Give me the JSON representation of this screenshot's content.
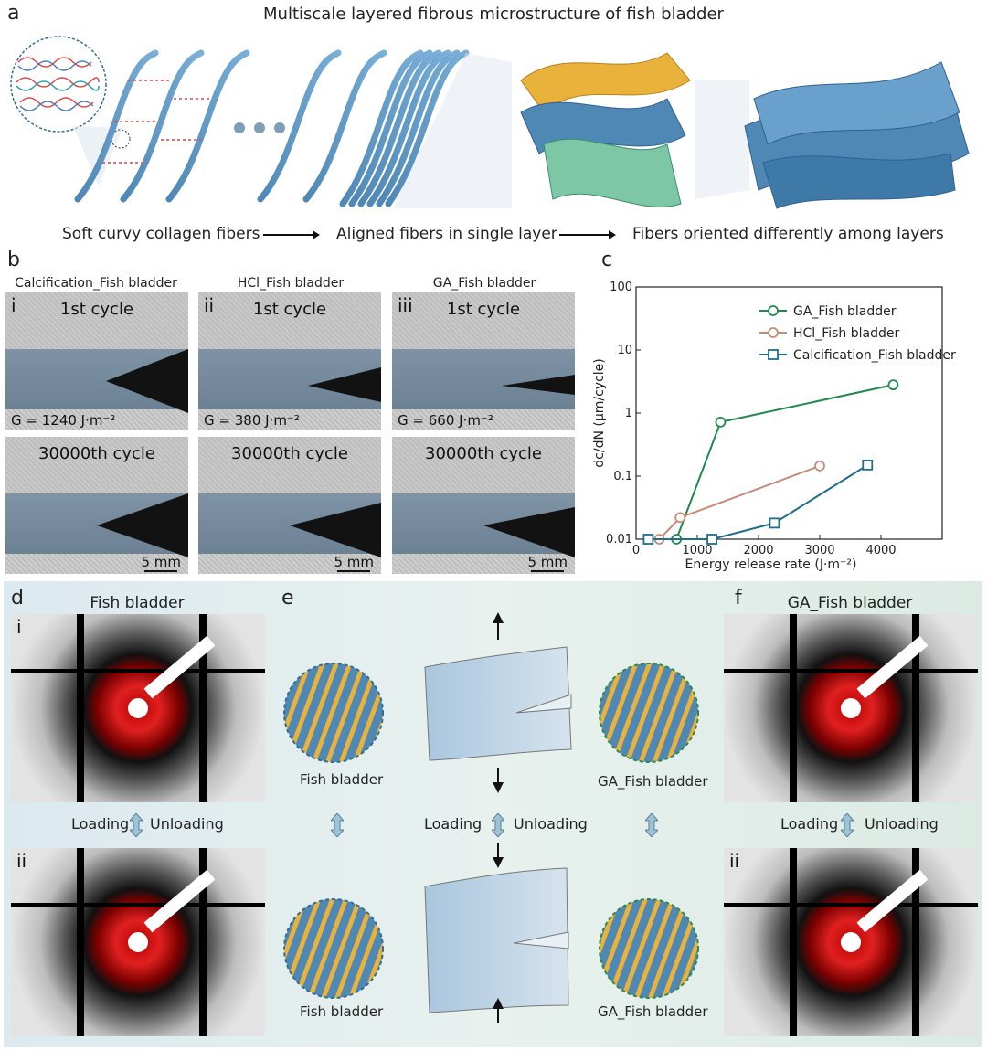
{
  "panel_a": {
    "letter": "a",
    "title": "Multiscale layered fibrous microstructure of fish bladder",
    "steps": [
      "Soft curvy collagen fibers",
      "Aligned fibers in single layer",
      "Fibers oriented differently among layers"
    ]
  },
  "panel_b": {
    "letter": "b",
    "columns": [
      {
        "title": "Calcification_Fish bladder",
        "roman": "i",
        "g": "G = 1240 J·m⁻²"
      },
      {
        "title": "HCl_Fish bladder",
        "roman": "ii",
        "g": "G = 380 J·m⁻²"
      },
      {
        "title": "GA_Fish bladder",
        "roman": "iii",
        "g": "G = 660 J·m⁻²"
      }
    ],
    "cycle_first": "1st cycle",
    "cycle_last": "30000th cycle",
    "scale": "5 mm"
  },
  "panel_c": {
    "letter": "c"
  },
  "chart_data": {
    "type": "line",
    "xlabel": "Energy release rate (J·m⁻²)",
    "ylabel": "dc/dN (μm/cycle)",
    "xlim": [
      0,
      5000
    ],
    "ylim": [
      0.01,
      100
    ],
    "yscale": "log",
    "xticks": [
      "0",
      "1000",
      "2000",
      "3000",
      "4000"
    ],
    "yticks": [
      "0.01",
      "0.1",
      "1",
      "10",
      "100"
    ],
    "legend_position": "top-right",
    "series": [
      {
        "name": "GA_Fish bladder",
        "color": "#1e8a4c",
        "marker": "circle",
        "x": [
          660,
          1380,
          4200
        ],
        "y": [
          0.01,
          0.72,
          2.8
        ]
      },
      {
        "name": "HCl_Fish bladder",
        "color": "#c98a78",
        "marker": "circle",
        "x": [
          380,
          720,
          3000
        ],
        "y": [
          0.01,
          0.022,
          0.145
        ]
      },
      {
        "name": "Calcification_Fish bladder",
        "color": "#1f6e8c",
        "marker": "square",
        "x": [
          200,
          1240,
          2260,
          3780
        ],
        "y": [
          0.01,
          0.01,
          0.018,
          0.15
        ]
      }
    ]
  },
  "panel_d": {
    "letter": "d",
    "title": "Fish bladder",
    "roman_top": "i",
    "roman_bot": "ii",
    "loading": "Loading",
    "unloading": "Unloading"
  },
  "panel_e": {
    "letter": "e",
    "left_label": "Fish bladder",
    "right_label": "GA_Fish bladder",
    "loading": "Loading",
    "unloading": "Unloading"
  },
  "panel_f": {
    "letter": "f",
    "title": "GA_Fish bladder",
    "roman_bot": "ii",
    "loading": "Loading",
    "unloading": "Unloading"
  }
}
